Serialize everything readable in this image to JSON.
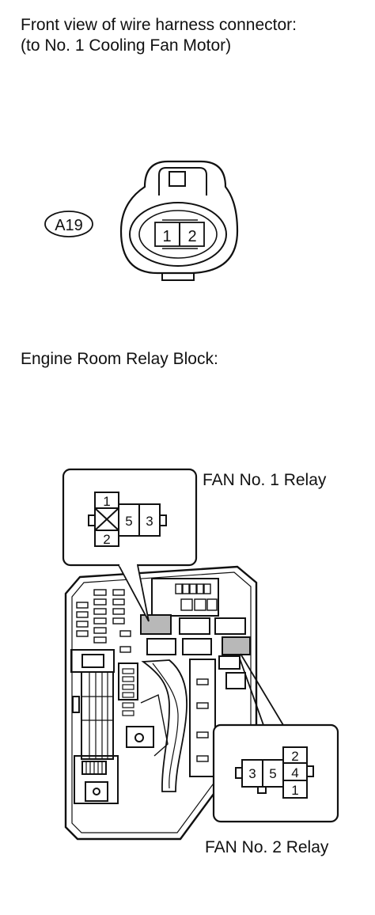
{
  "connector": {
    "caption_line1": "Front view of wire harness connector:",
    "caption_line2": "(to No. 1 Cooling Fan Motor)",
    "code": "A19",
    "pins": [
      "1",
      "2"
    ]
  },
  "relay_block": {
    "caption": "Engine Room Relay Block:",
    "fan1": {
      "label": "FAN No. 1 Relay",
      "terminals": {
        "top": "1",
        "bottom": "2",
        "mid_a": "5",
        "mid_b": "3"
      }
    },
    "fan2": {
      "label": "FAN No. 2 Relay",
      "terminals": {
        "left_a": "3",
        "left_b": "5",
        "top": "2",
        "middle": "4",
        "bottom": "1"
      }
    }
  },
  "colors": {
    "line": "#111111",
    "highlight": "#b8b8b8",
    "background": "#ffffff"
  }
}
